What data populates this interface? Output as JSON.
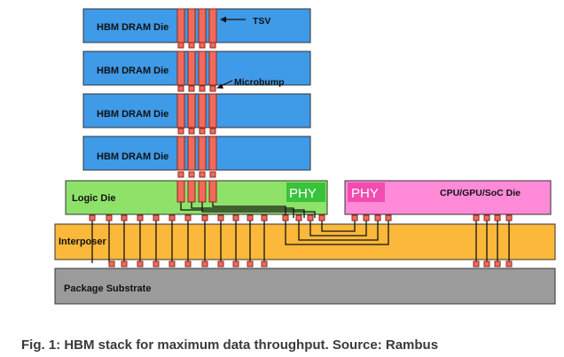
{
  "diagram": {
    "dram_dies": [
      {
        "label": "HBM DRAM Die"
      },
      {
        "label": "HBM DRAM Die"
      },
      {
        "label": "HBM DRAM Die"
      },
      {
        "label": "HBM DRAM Die"
      }
    ],
    "logic_die": {
      "label": "Logic Die",
      "phy_label": "PHY"
    },
    "processor_die": {
      "label": "CPU/GPU/SoC Die",
      "phy_label": "PHY"
    },
    "interposer": {
      "label": "Interposer"
    },
    "substrate": {
      "label": "Package Substrate"
    },
    "callouts": {
      "tsv": "TSV",
      "microbump": "Microbump"
    },
    "colors": {
      "dram": "#3f9ae8",
      "logic": "#8ee26a",
      "processor": "#ff8ad8",
      "interposer": "#fbb83b",
      "substrate": "#9b9b9b",
      "tsv": "#f26a5a",
      "phy_logic": "#39c33c",
      "phy_processor": "#f34cb0"
    }
  },
  "caption": "Fig. 1: HBM stack for maximum data throughput. Source: Rambus"
}
